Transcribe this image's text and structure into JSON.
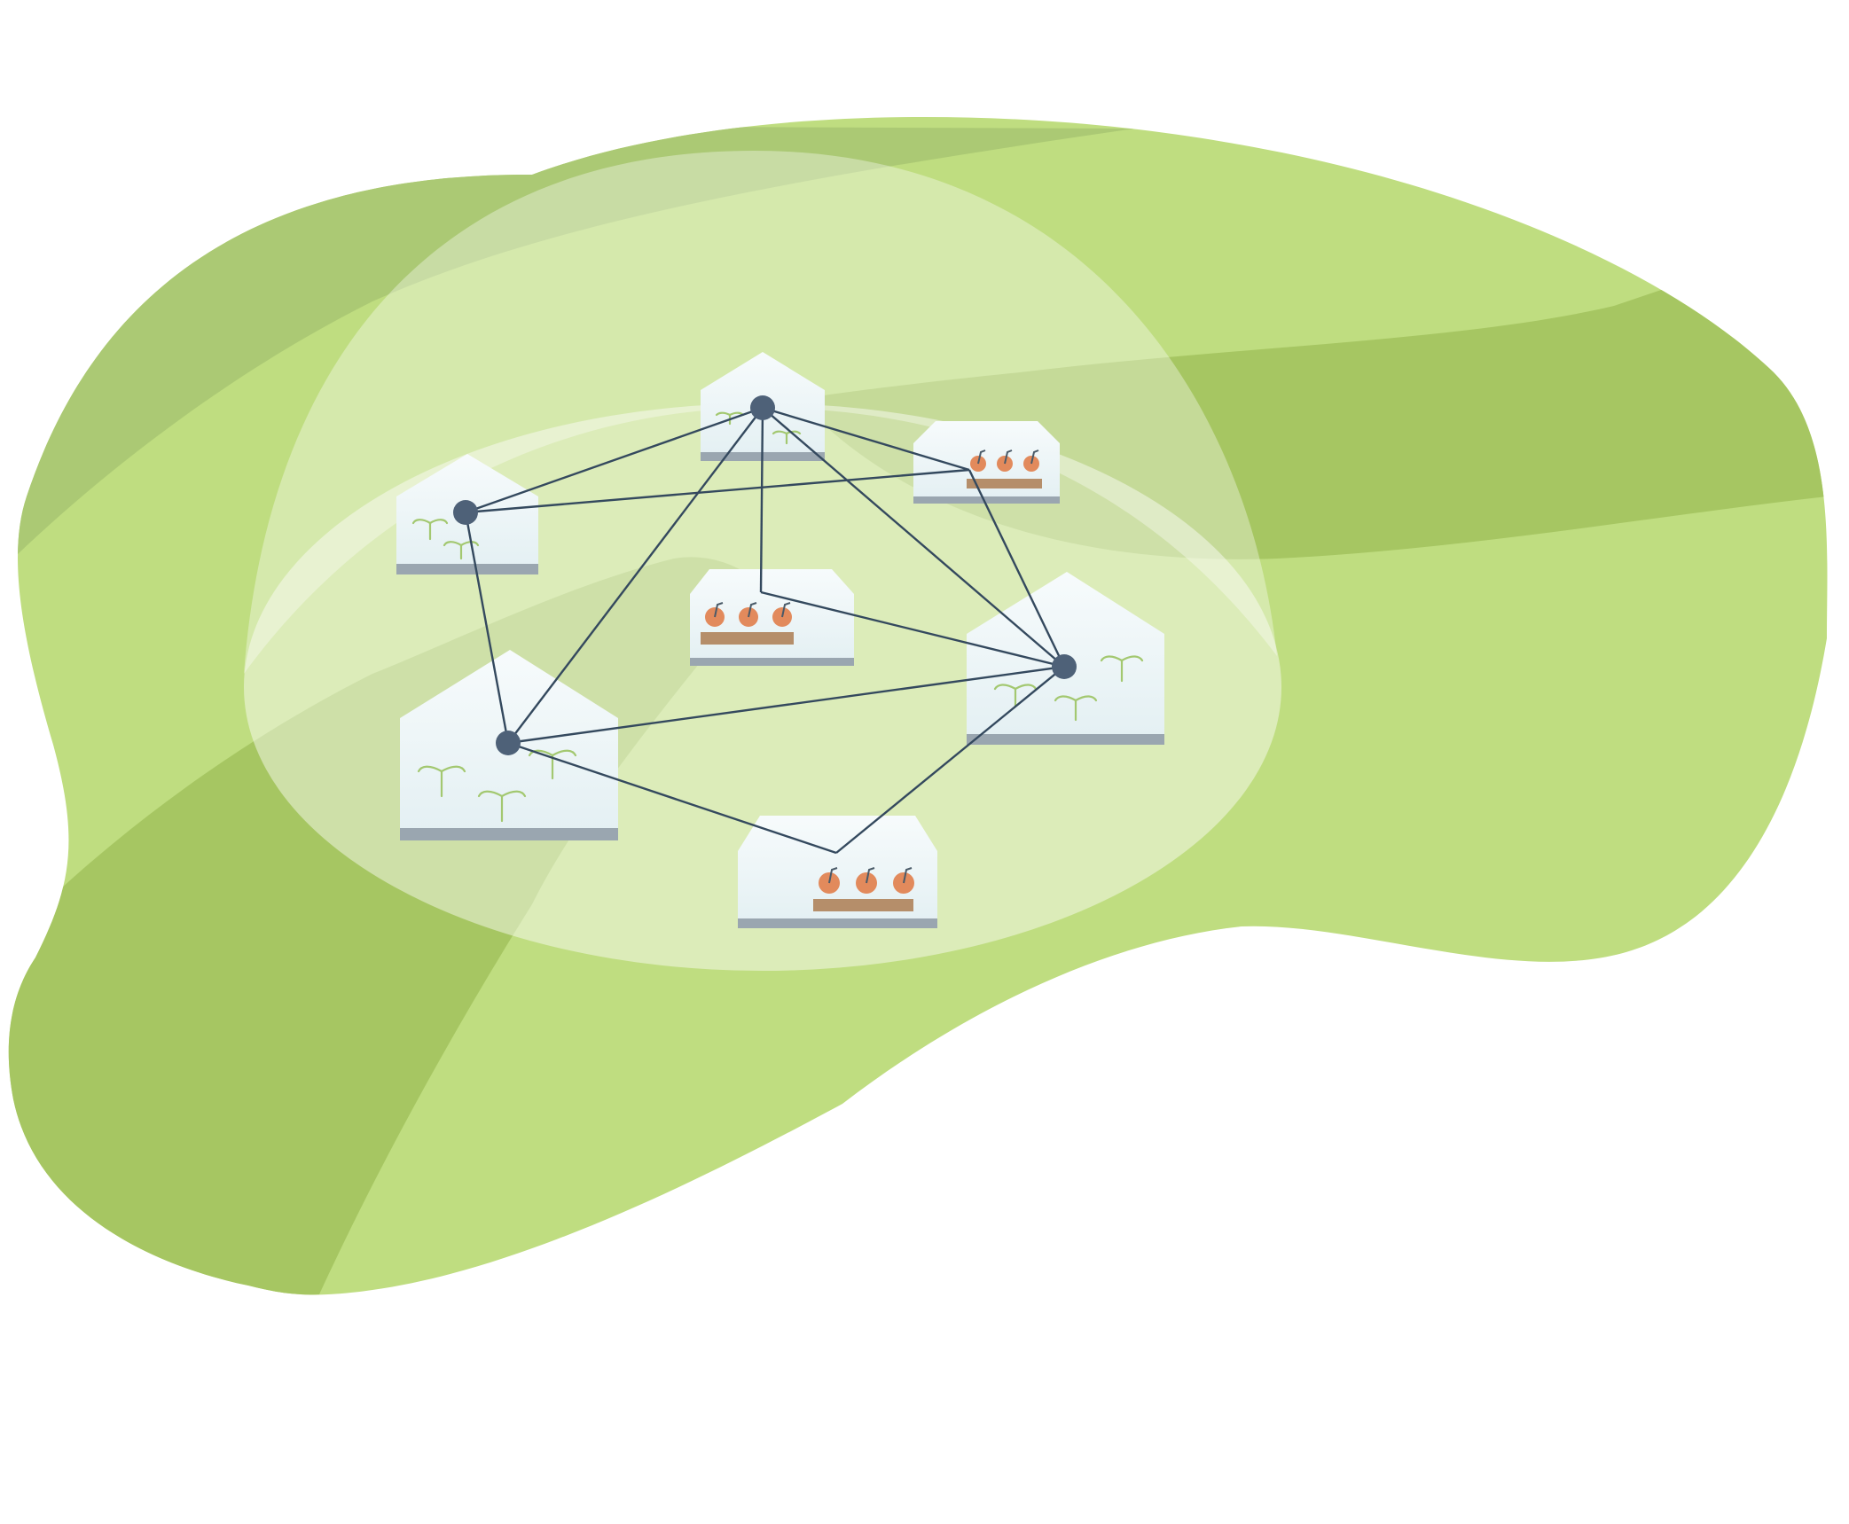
{
  "colors": {
    "land_light": "#bfdd80",
    "land_mid": "#abc974",
    "land_dark": "#a6c662",
    "dome": "#ffffff",
    "house_top": "#f7fbfc",
    "house_bottom": "#e4f0f3",
    "house_base": "#9aa6b0",
    "link": "#34495e",
    "node": "#4e6178",
    "fruit": "#e28a5c",
    "fruit_stem": "#4a5a68",
    "crate": "#b58e6a",
    "plant": "#a3c870"
  },
  "greenhouses": [
    {
      "id": "gh-top-center",
      "style": "peaked",
      "crop": "seedlings"
    },
    {
      "id": "gh-top-right",
      "style": "tunnel",
      "crop": "fruit"
    },
    {
      "id": "gh-left",
      "style": "peaked",
      "crop": "seedlings"
    },
    {
      "id": "gh-center",
      "style": "tunnel",
      "crop": "fruit"
    },
    {
      "id": "gh-right",
      "style": "peaked",
      "crop": "seedlings"
    },
    {
      "id": "gh-bottom-left",
      "style": "peaked",
      "crop": "seedlings"
    },
    {
      "id": "gh-bottom-center",
      "style": "tunnel",
      "crop": "fruit"
    }
  ],
  "network": {
    "nodes": [
      "n-top",
      "n-left",
      "n-right",
      "n-bottom-left"
    ],
    "links": [
      [
        "n-top",
        "n-left"
      ],
      [
        "n-top",
        "j-top-right"
      ],
      [
        "n-top",
        "n-bottom-left"
      ],
      [
        "n-top",
        "n-right"
      ],
      [
        "n-top",
        "j-center"
      ],
      [
        "n-left",
        "j-top-right"
      ],
      [
        "n-left",
        "n-bottom-left"
      ],
      [
        "j-top-right",
        "n-right"
      ],
      [
        "j-center",
        "n-right"
      ],
      [
        "n-bottom-left",
        "n-right"
      ],
      [
        "n-bottom-left",
        "j-bottom"
      ],
      [
        "j-bottom",
        "n-right"
      ]
    ]
  }
}
